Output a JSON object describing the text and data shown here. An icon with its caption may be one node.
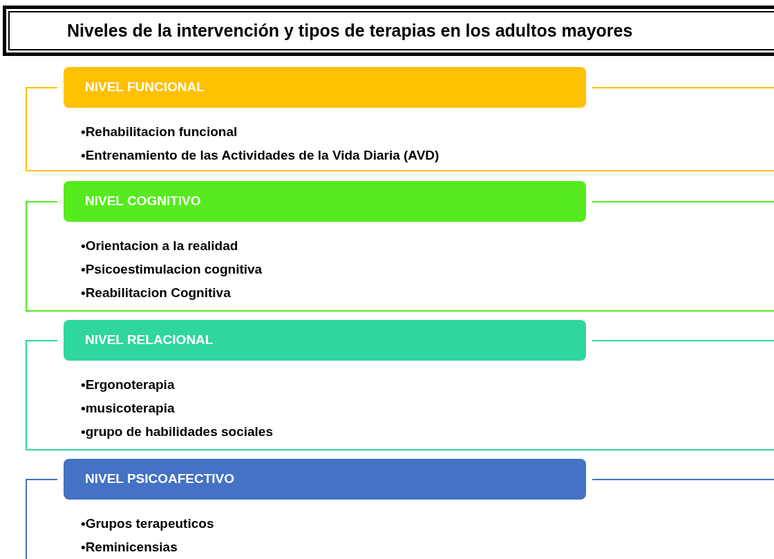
{
  "diagram": {
    "title": "Niveles de la intervención y tipos de terapias en los adultos mayores",
    "nodes": [
      {
        "text": [
          "NIVEL FUNCIONAL"
        ]
      },
      {
        "text": [
          "•Rehabilitacion funcional",
          "•Entrenamiento de las Actividades de la Vida Diaria (AVD)"
        ]
      },
      {
        "text": [
          "NIVEL COGNITIVO"
        ]
      },
      {
        "text": [
          "•Orientacion a la realidad",
          "•Psicoestimulacion cognitiva",
          "•Reabilitacion Cognitiva"
        ]
      },
      {
        "text": [
          "NIVEL RELACIONAL"
        ]
      },
      {
        "text": [
          "•Ergonoterapia",
          "•musicoterapia",
          "•grupo de habilidades sociales"
        ]
      },
      {
        "text": [
          "NIVEL PSICOAFECTIVO"
        ]
      },
      {
        "text": [
          "•Grupos terapeuticos",
          "•Reminicensias"
        ]
      }
    ]
  }
}
